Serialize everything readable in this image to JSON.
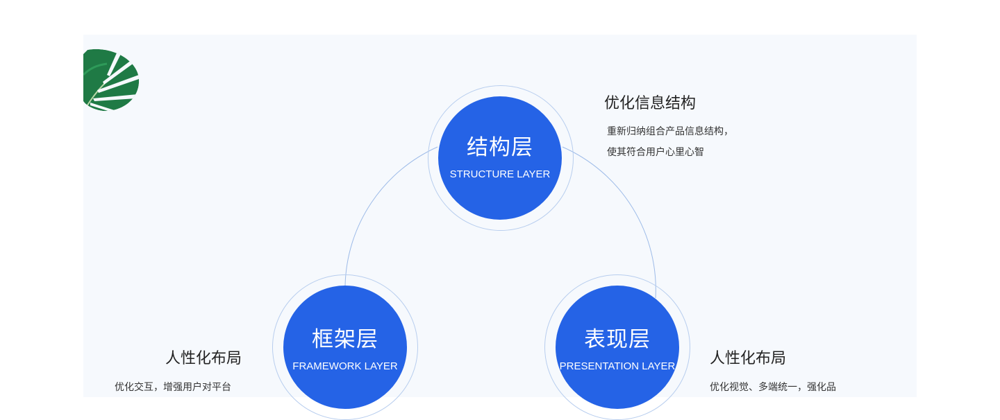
{
  "layers": {
    "structure": {
      "cn": "结构层",
      "en": "STRUCTURE LAYER",
      "title": "优化信息结构",
      "lines": [
        "重新归纳组合产品信息结构，",
        "使其符合用户心里心智"
      ]
    },
    "framework": {
      "cn": "框架层",
      "en": "FRAMEWORK LAYER",
      "title": "人性化布局",
      "lines": [
        "优化交互，增强用户对平台"
      ]
    },
    "presentation": {
      "cn": "表现层",
      "en": "PRESENTATION LAYER",
      "title": "人性化布局",
      "lines": [
        "优化视觉、多端统一，强化品"
      ]
    }
  },
  "colors": {
    "circle": "#2563e6",
    "ring": "#b7cdee",
    "panel": "#f6f9fd",
    "leaf": "#1f7a45"
  },
  "icons": {
    "decoration": "monstera-leaf-icon"
  }
}
